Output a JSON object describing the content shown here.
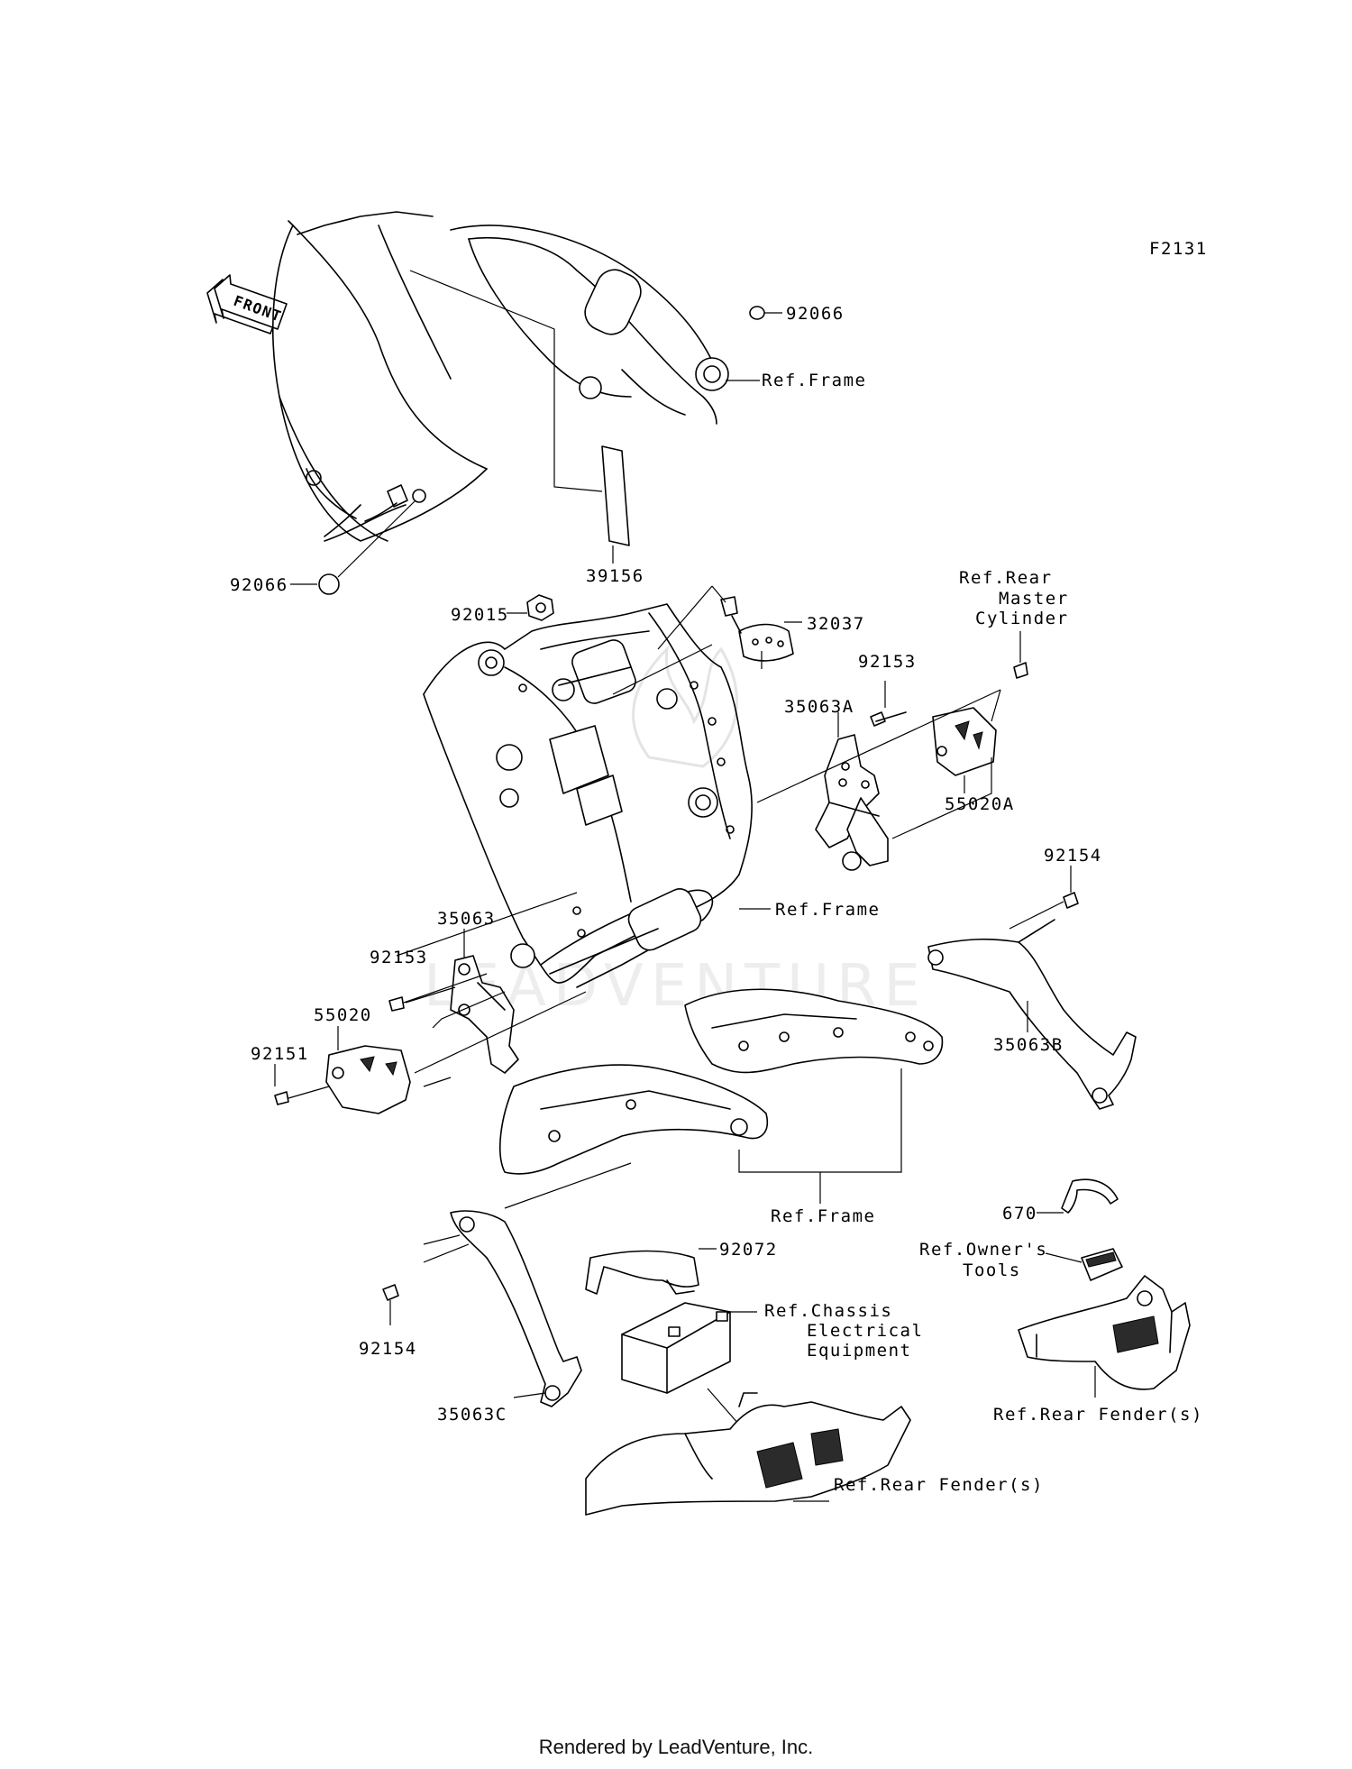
{
  "diagram_id": "F2131",
  "front_arrow_label": "FRONT",
  "watermark": "LEADVENTURE",
  "footer": "Rendered by LeadVenture, Inc.",
  "parts": {
    "p92066_top": "92066",
    "ref_frame_top": "Ref.Frame",
    "p92066_left": "92066",
    "p39156": "39156",
    "p92015": "92015",
    "p32037": "32037",
    "ref_rear_master_1": "Ref.Rear",
    "ref_rear_master_2": "Master",
    "ref_rear_master_3": "Cylinder",
    "p92153_right": "92153",
    "p35063a": "35063A",
    "p55020a": "55020A",
    "p92154_right": "92154",
    "ref_frame_mid": "Ref.Frame",
    "p35063": "35063",
    "p92153_left": "92153",
    "p55020": "55020",
    "p92151": "92151",
    "p35063b": "35063B",
    "ref_frame_bottom": "Ref.Frame",
    "p670": "670",
    "ref_owners_tools_1": "Ref.Owner's",
    "ref_owners_tools_2": "Tools",
    "p92072": "92072",
    "ref_chassis_1": "Ref.Chassis",
    "ref_chassis_2": "Electrical",
    "ref_chassis_3": "Equipment",
    "p92154_left": "92154",
    "p35063c": "35063C",
    "ref_rear_fender_right": "Ref.Rear Fender(s)",
    "ref_rear_fender_bottom": "Ref.Rear Fender(s)"
  }
}
